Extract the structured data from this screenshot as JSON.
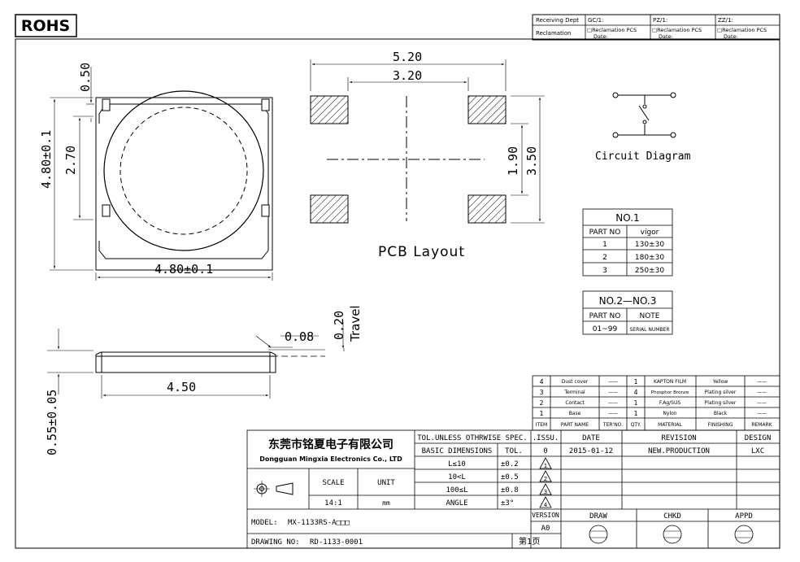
{
  "rohs": "ROHS",
  "receiving": {
    "receiving_dept": "Receiving Dept",
    "reclamation": "Reclamation",
    "gc": "GC/1:",
    "pz": "PZ/1:",
    "zz": "ZZ/1:",
    "recl_pcs": "□Reclamation  PCS",
    "date": "Date:"
  },
  "top_view": {
    "dim_050": "0.50",
    "dim_270": "2.70",
    "dim_height": "4.80±0.1",
    "dim_width": "4.80±0.1"
  },
  "pcb": {
    "dim_520": "5.20",
    "dim_320": "3.20",
    "dim_190": "1.90",
    "dim_350": "3.50",
    "label": "PCB Layout"
  },
  "circuit": {
    "label": "Circuit Diagram"
  },
  "table_no1": {
    "title": "NO.1",
    "headers": [
      "PART NO",
      "vigor"
    ],
    "rows": [
      [
        "1",
        "130±30"
      ],
      [
        "2",
        "180±30"
      ],
      [
        "3",
        "250±30"
      ]
    ]
  },
  "table_no2": {
    "title": "NO.2—NO.3",
    "headers": [
      "PART NO",
      "NOTE"
    ],
    "rows": [
      [
        "01~99",
        "SERIAL NUMBER"
      ]
    ]
  },
  "side_view": {
    "dim_020": "0.20",
    "travel": "Travel",
    "dim_008": "0.08",
    "dim_450": "4.50",
    "dim_055": "0.55±0.05"
  },
  "bom": {
    "rows": [
      [
        "4",
        "Dust cover",
        "——",
        "1",
        "KAPTON FILM",
        "Yellow",
        "——"
      ],
      [
        "3",
        "Terminal",
        "——",
        "4",
        "Phosphor Bronze",
        "Plating silver",
        "——"
      ],
      [
        "2",
        "Contact",
        "——",
        "1",
        "F.Ag/SUS",
        "Plating silver",
        "——"
      ],
      [
        "1",
        "Base",
        "——",
        "1",
        "Nylon",
        "Black",
        "——"
      ]
    ],
    "headers": [
      "ITEM",
      "PART NAME",
      "TER'NO.",
      "QTY.",
      "MATERIAL",
      "FINISHING",
      "REMARK"
    ]
  },
  "title_block": {
    "company_cn": "东莞市铭夏电子有限公司",
    "company_en": "Dongguan Mingxia Electronics Co., LTD",
    "tol_header": "TOL.UNLESS OTHRWISE SPEC.",
    "basic_dim": "BASIC DIMENSIONS",
    "tol": "TOL.",
    "tol_rows": [
      [
        "L≤10",
        "±0.2"
      ],
      [
        "10<L",
        "±0.5"
      ],
      [
        "100≤L",
        "±0.8"
      ],
      [
        "ANGLE",
        "±3°"
      ]
    ],
    "scale_label": "SCALE",
    "unit_label": "UNIT",
    "scale_value": "14:1",
    "unit_value": "mm",
    "issu": ".ISSU.",
    "date": "DATE",
    "revision": "REVISION",
    "design": "DESIGN",
    "rev_issu": "0",
    "rev_date": "2015-01-12",
    "rev_desc": "NEW.PRODUCTION",
    "rev_design": "LXC",
    "triangles": [
      "1",
      "2",
      "3",
      "4"
    ],
    "version": "VERSION",
    "version_value": "A0",
    "draw": "DRAW",
    "chkd": "CHKD",
    "appd": "APPD",
    "model_label": "MODEL:",
    "model_value": "MX-1133RS-A□□□",
    "drawing_label": "DRAWING NO:",
    "drawing_value": "RD-1133-0001",
    "page": "第1页"
  }
}
